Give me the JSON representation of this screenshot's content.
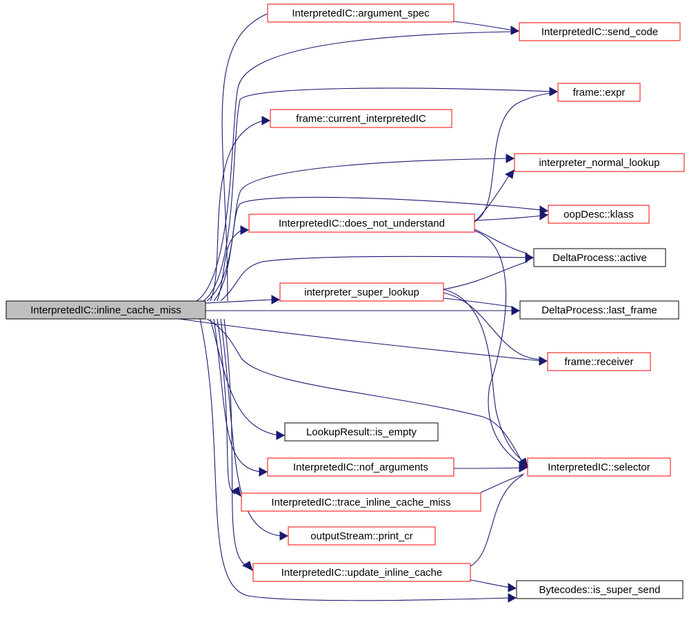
{
  "colors": {
    "root_fill": "#bfbfbf",
    "link_border": "#ff0000",
    "plain_border": "#000000",
    "edge": "#191970"
  },
  "nodes": {
    "root": "InterpretedIC::inline_cache_miss",
    "argument_spec": "InterpretedIC::argument_spec",
    "send_code": "InterpretedIC::send_code",
    "frame_expr": "frame::expr",
    "current_ic": "frame::current_interpretedIC",
    "normal_lookup": "interpreter_normal_lookup",
    "klass": "oopDesc::klass",
    "does_not_understand": "InterpretedIC::does_not_understand",
    "active": "DeltaProcess::active",
    "super_lookup": "interpreter_super_lookup",
    "last_frame": "DeltaProcess::last_frame",
    "receiver": "frame::receiver",
    "is_empty": "LookupResult::is_empty",
    "nof_arguments": "InterpretedIC::nof_arguments",
    "selector": "InterpretedIC::selector",
    "trace_miss": "InterpretedIC::trace_inline_cache_miss",
    "print_cr": "outputStream::print_cr",
    "update_cache": "InterpretedIC::update_inline_cache",
    "is_super_send": "Bytecodes::is_super_send"
  }
}
